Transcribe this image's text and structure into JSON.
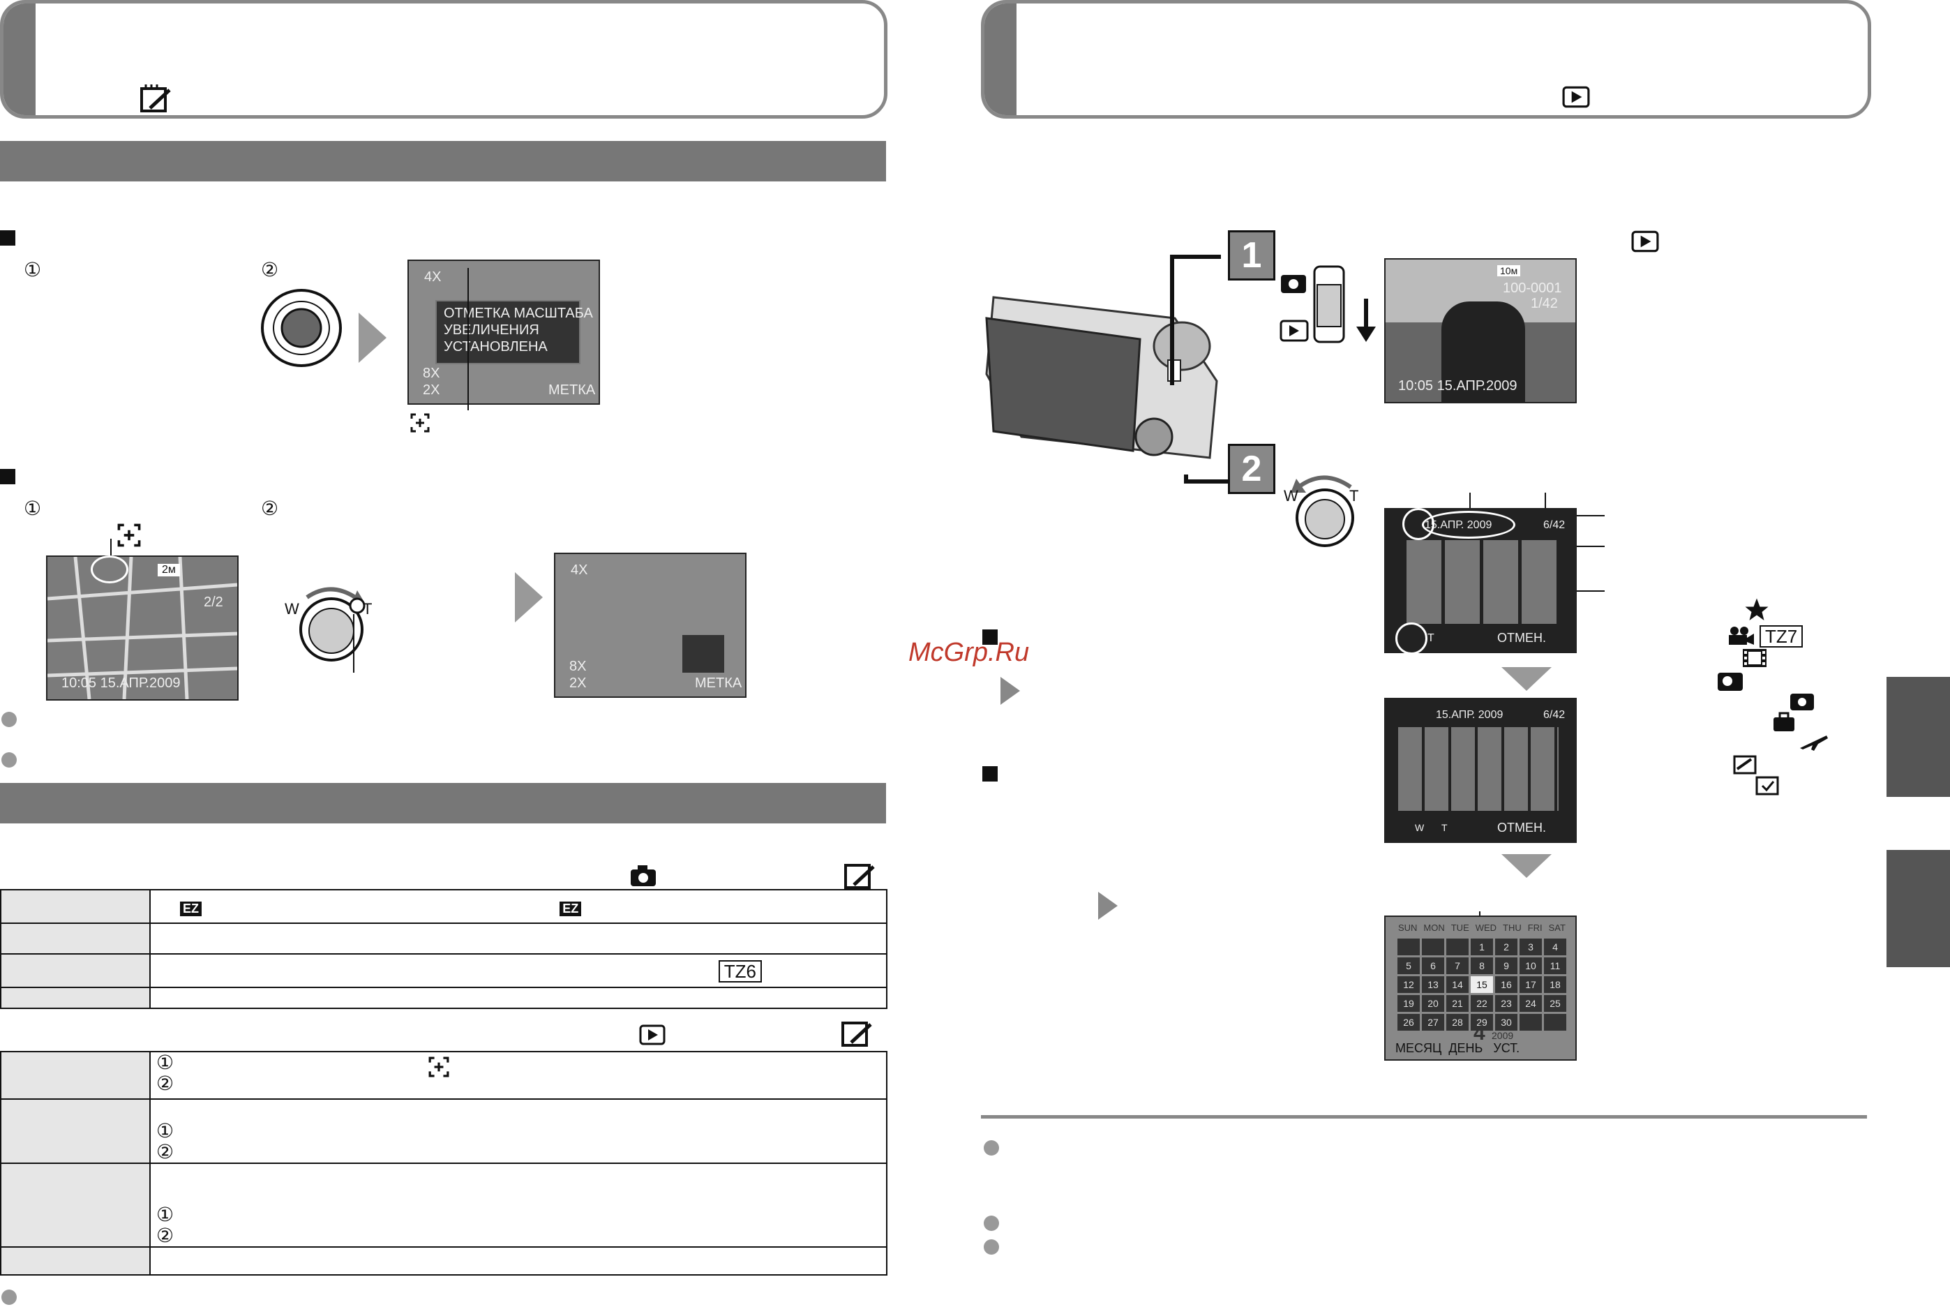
{
  "watermark": "McGrp.Ru",
  "left": {
    "step_markers": [
      "①",
      "②"
    ],
    "screen1": {
      "zoom_top": "4X",
      "message": [
        "ОТМЕТКА МАСШТАБА",
        "УВЕЛИЧЕНИЯ",
        "УСТАНОВЛЕНА"
      ],
      "zoom_8x": "8X",
      "zoom_2x": "2X",
      "mark_label": "МЕТКА"
    },
    "screen2": {
      "mem_badge": "2м",
      "counter": "2/2",
      "datetime": "10:05  15.АПР.2009"
    },
    "screen3": {
      "zoom_top": "4X",
      "zoom_8x": "8X",
      "zoom_2x": "2X",
      "mark_label": "МЕТКА"
    },
    "lever_w": "W",
    "lever_t": "T",
    "table1": {
      "rows": [
        {
          "col2_num": ""
        },
        {
          "col2_num": ""
        },
        {
          "col2_num": "",
          "badge": "TZ6"
        },
        {
          "col2_num": ""
        }
      ]
    },
    "table2": {
      "rows": [
        {
          "lines": [
            "①",
            "②"
          ]
        },
        {
          "lines": [
            "①",
            "②"
          ]
        },
        {
          "lines": [
            "①",
            "②"
          ]
        },
        {
          "lines": []
        }
      ]
    }
  },
  "right": {
    "callout_1": "1",
    "callout_2": "2",
    "lever_w": "W",
    "lever_t": "T",
    "playback_screen": {
      "res": "10м",
      "folder": "100-0001",
      "counter": "1/42",
      "datetime": "10:05  15.АПР.2009"
    },
    "thumb_screen_1": {
      "date": "15.АПР. 2009",
      "counter": "6/42",
      "footer_t": "T",
      "cancel": "ОТМЕН."
    },
    "thumb_screen_2": {
      "date": "15.АПР. 2009",
      "counter": "6/42",
      "footer_w": "W",
      "footer_t": "T",
      "cancel": "ОТМЕН."
    },
    "calendar": {
      "days": [
        "SUN",
        "MON",
        "TUE",
        "WED",
        "THU",
        "FRI",
        "SAT"
      ],
      "weeks": [
        [
          "",
          "",
          "",
          "1",
          "2",
          "3",
          "4"
        ],
        [
          "5",
          "6",
          "7",
          "8",
          "9",
          "10",
          "11"
        ],
        [
          "12",
          "13",
          "14",
          "15",
          "16",
          "17",
          "18"
        ],
        [
          "19",
          "20",
          "21",
          "22",
          "23",
          "24",
          "25"
        ],
        [
          "26",
          "27",
          "28",
          "29",
          "30",
          "",
          ""
        ]
      ],
      "month": "4",
      "year": "2009",
      "footer": "МЕСЯЦ  ДЕНЬ   УСТ."
    },
    "legend_badge": "TZ7"
  }
}
